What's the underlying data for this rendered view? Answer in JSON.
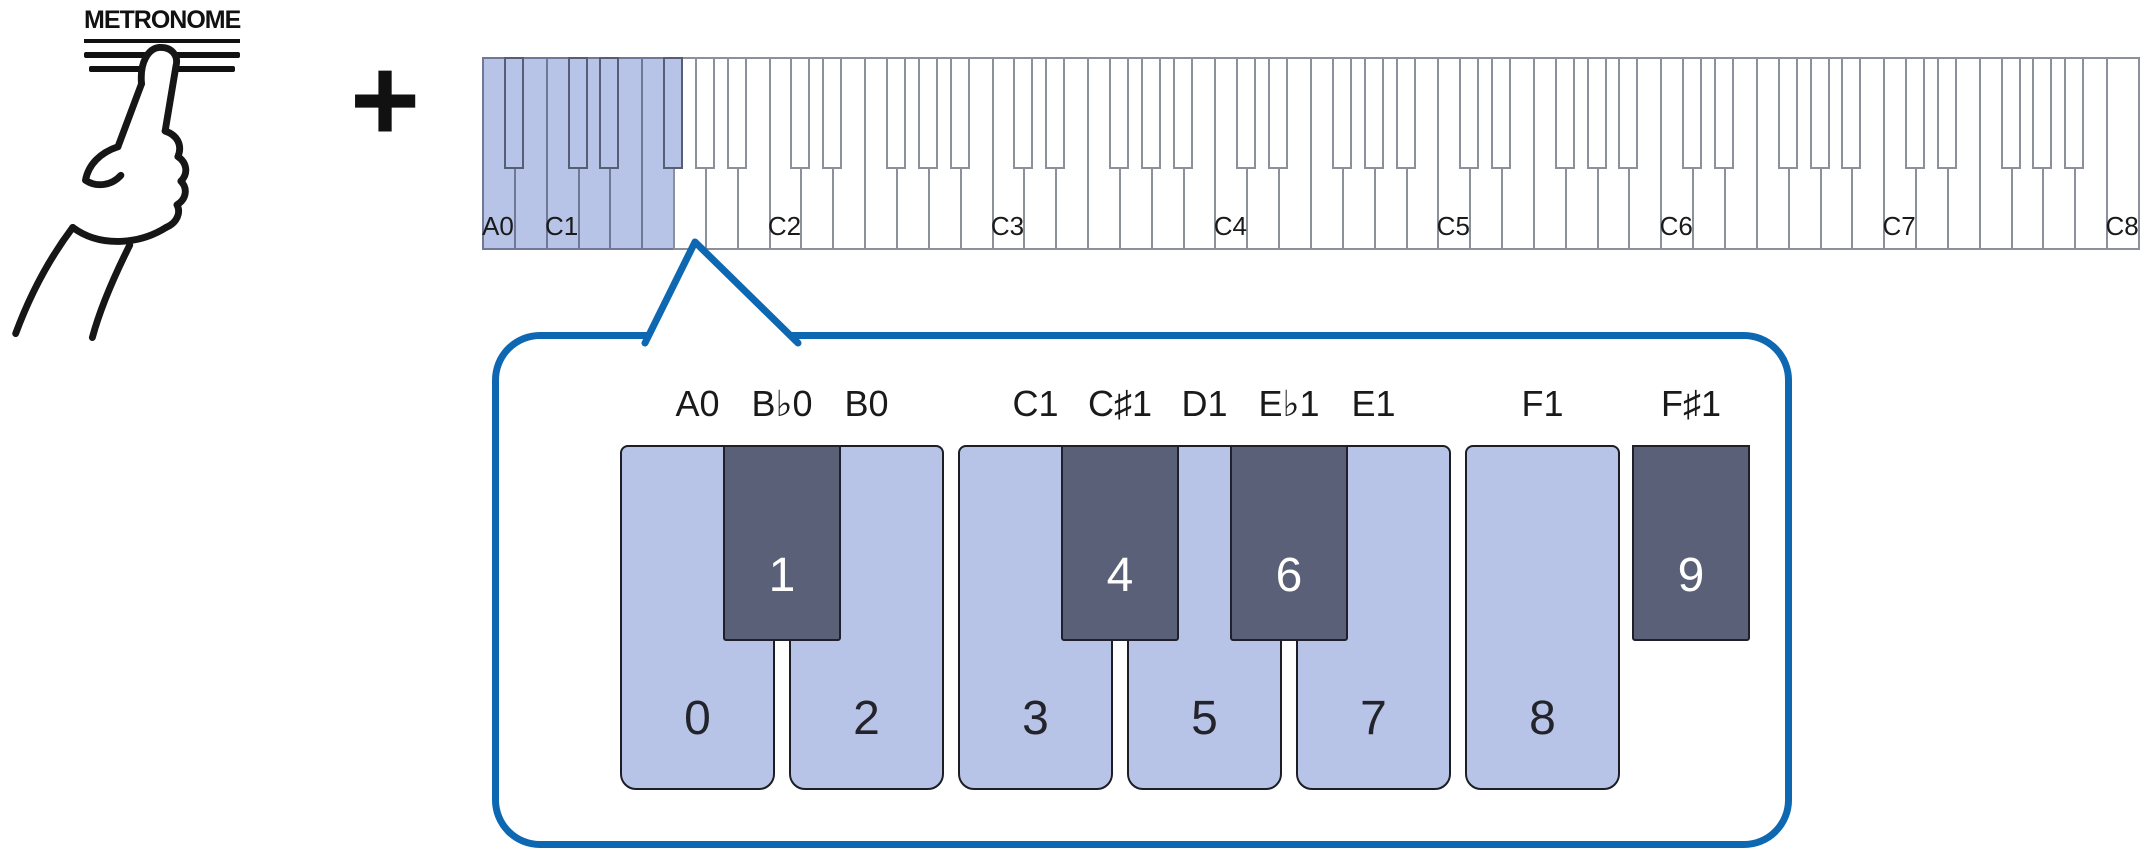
{
  "metronome": {
    "label": "METRONOME"
  },
  "plus_sign": "+",
  "keyboard": {
    "white_key_count": 52,
    "highlight_white_count": 6,
    "highlight_black_boundaries": [
      0,
      2,
      3,
      5
    ],
    "octave_labels": [
      {
        "text": "A0",
        "white_index": 0
      },
      {
        "text": "C1",
        "white_index": 2
      },
      {
        "text": "C2",
        "white_index": 9
      },
      {
        "text": "C3",
        "white_index": 16
      },
      {
        "text": "C4",
        "white_index": 23
      },
      {
        "text": "C5",
        "white_index": 30
      },
      {
        "text": "C6",
        "white_index": 37
      },
      {
        "text": "C7",
        "white_index": 44
      },
      {
        "text": "C8",
        "white_index": 51
      }
    ]
  },
  "callout": {
    "white_keys": [
      {
        "note": "A0",
        "number": "0"
      },
      {
        "note": "B0",
        "number": "2"
      },
      {
        "note": "C1",
        "number": "3"
      },
      {
        "note": "D1",
        "number": "5"
      },
      {
        "note": "E1",
        "number": "7"
      },
      {
        "note": "F1",
        "number": "8"
      }
    ],
    "black_keys": [
      {
        "note": "B♭0",
        "number": "1",
        "after_index": 0
      },
      {
        "note": "C♯1",
        "number": "4",
        "after_index": 2
      },
      {
        "note": "E♭1",
        "number": "6",
        "after_index": 3
      },
      {
        "note": "F♯1",
        "number": "9",
        "after_index": 5,
        "offset_right": true
      }
    ]
  },
  "colors": {
    "highlight_fill": "#b8c4e7",
    "black_key_fill": "#596077",
    "callout_border": "#0d67b1",
    "key_outline": "#8b909a",
    "dark_outline": "#1d1d24"
  }
}
